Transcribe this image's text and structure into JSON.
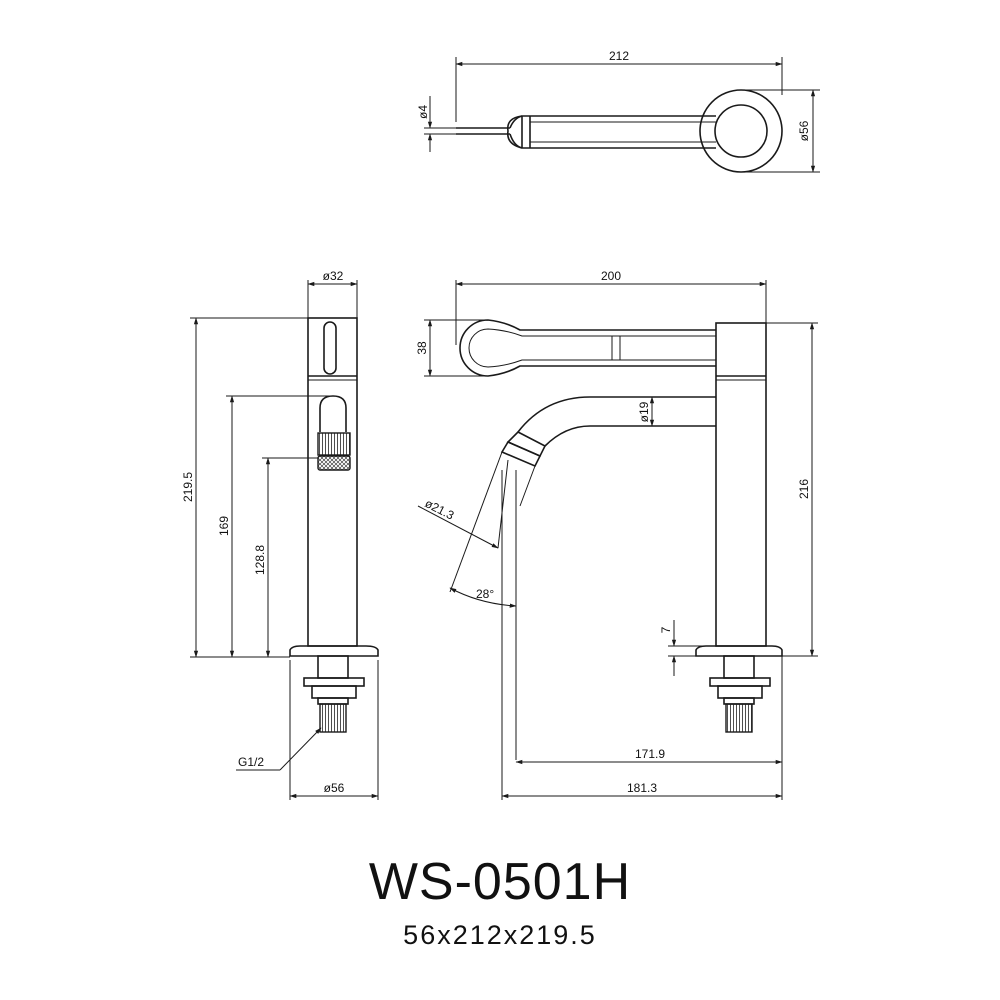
{
  "product": {
    "model": "WS-0501H",
    "size": "56x212x219.5"
  },
  "dimensions": {
    "top_width": "212",
    "top_spout_dia": "ø4",
    "top_base_dia": "ø56",
    "side_body_dia": "ø32",
    "side_total_height": "219.5",
    "side_outlet_height": "169",
    "side_aerator_height": "128.8",
    "side_base_dia": "ø56",
    "side_thread": "G1/2",
    "front_handle_length": "200",
    "front_handle_height": "38",
    "front_spout_dia": "ø19",
    "front_outlet_dia": "ø21.3",
    "front_angle": "28°",
    "front_height": "216",
    "front_base_gap": "7",
    "front_reach_inner": "171.9",
    "front_reach_outer": "181.3"
  }
}
